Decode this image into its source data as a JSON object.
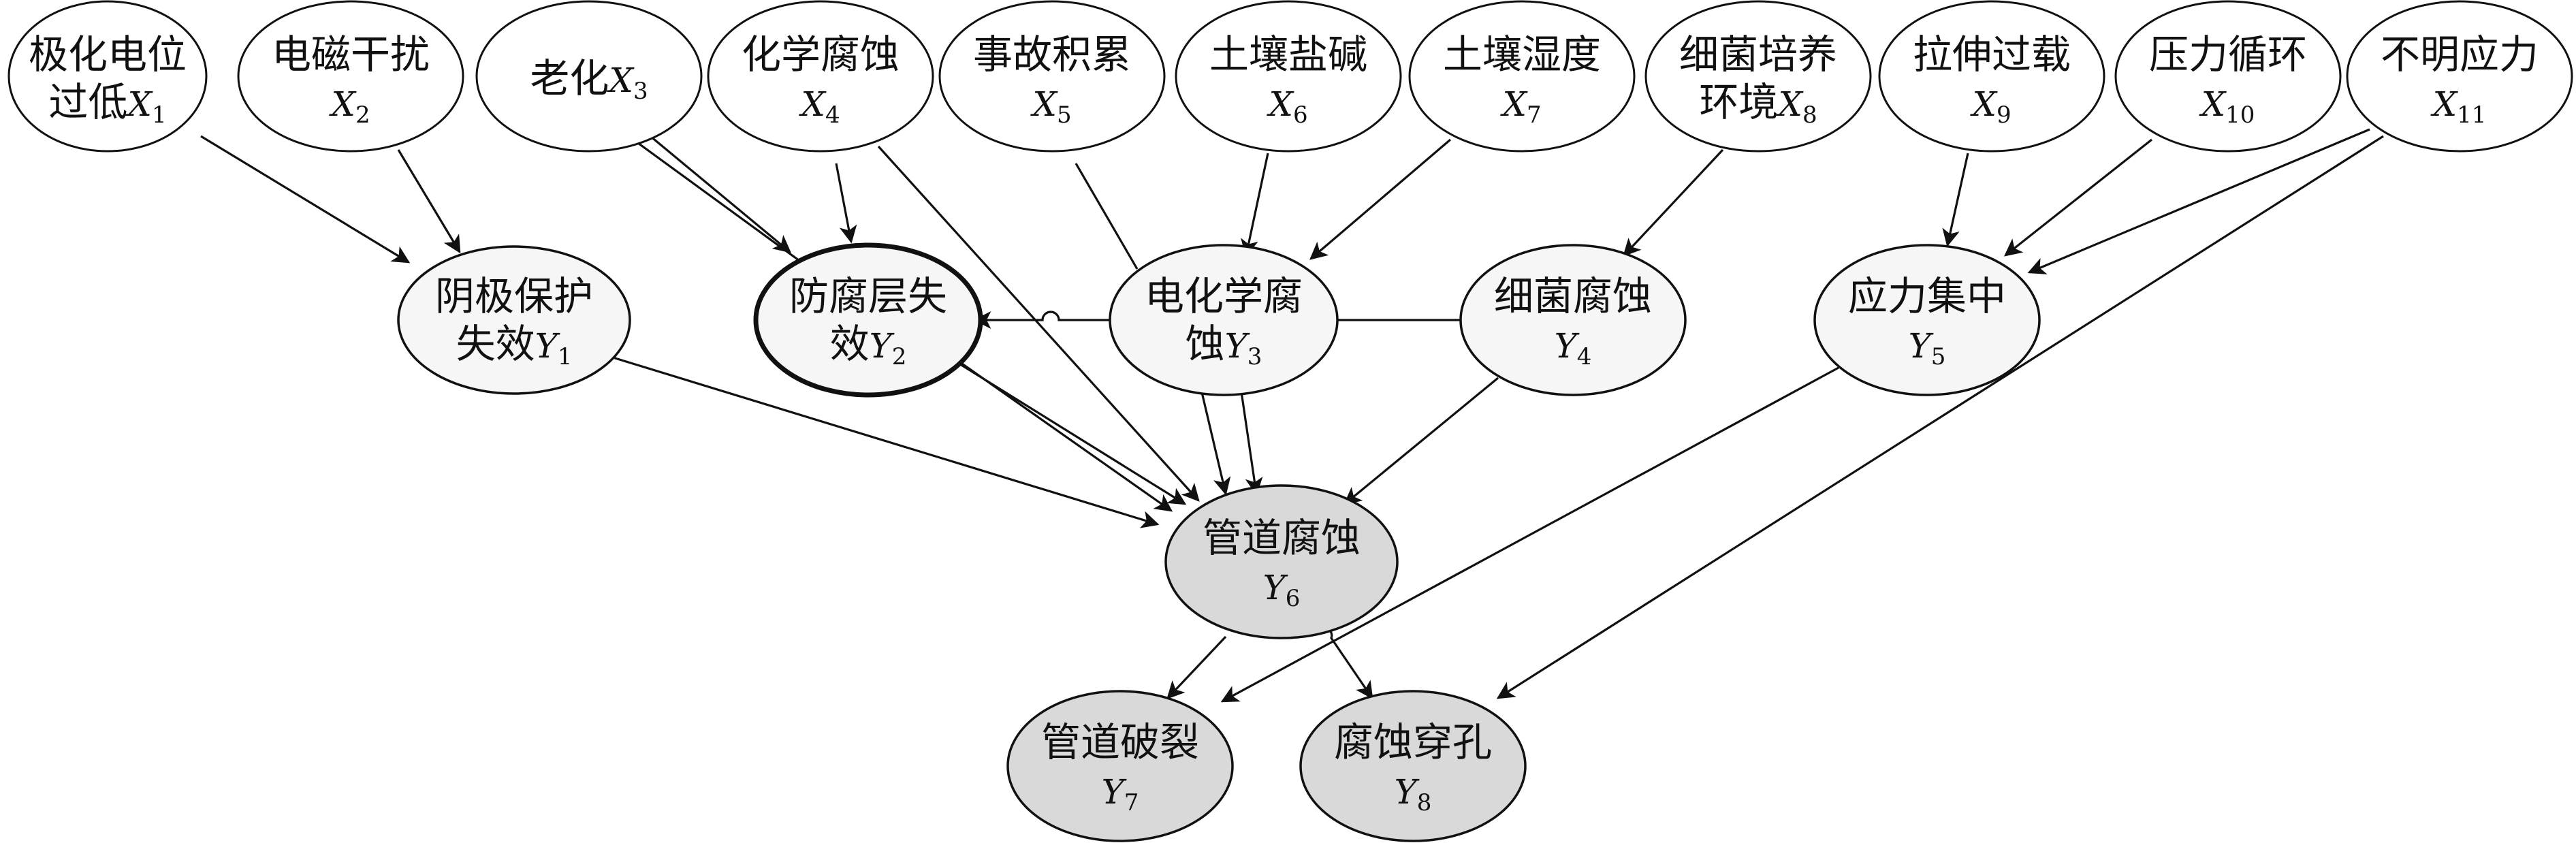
{
  "nodes": {
    "x1": {
      "line1": "极化电位",
      "line2": "过低",
      "sym": "X",
      "idx": "1",
      "fill": "#ffffff"
    },
    "x2": {
      "line1": "电磁干扰",
      "line2": "",
      "sym": "X",
      "idx": "2",
      "fill": "#ffffff"
    },
    "x3": {
      "line1": "老化",
      "line2": "",
      "sym": "X",
      "idx": "3",
      "fill": "#ffffff"
    },
    "x4": {
      "line1": "化学腐蚀",
      "line2": "",
      "sym": "X",
      "idx": "4",
      "fill": "#ffffff"
    },
    "x5": {
      "line1": "事故积累",
      "line2": "",
      "sym": "X",
      "idx": "5",
      "fill": "#ffffff"
    },
    "x6": {
      "line1": "土壤盐碱",
      "line2": "",
      "sym": "X",
      "idx": "6",
      "fill": "#ffffff"
    },
    "x7": {
      "line1": "土壤湿度",
      "line2": "",
      "sym": "X",
      "idx": "7",
      "fill": "#ffffff"
    },
    "x8": {
      "line1": "细菌培养",
      "line2": "环境",
      "sym": "X",
      "idx": "8",
      "fill": "#ffffff"
    },
    "x9": {
      "line1": "拉伸过载",
      "line2": "",
      "sym": "X",
      "idx": "9",
      "fill": "#ffffff"
    },
    "x10": {
      "line1": "压力循环",
      "line2": "",
      "sym": "X",
      "idx": "10",
      "fill": "#ffffff"
    },
    "x11": {
      "line1": "不明应力",
      "line2": "",
      "sym": "X",
      "idx": "11",
      "fill": "#ffffff"
    },
    "y1": {
      "line1": "阴极保护",
      "line2": "失效",
      "sym": "Y",
      "idx": "1",
      "fill": "#f6f6f6"
    },
    "y2": {
      "line1": "防腐层失",
      "line2": "效",
      "sym": "Y",
      "idx": "2",
      "fill": "#f6f6f6"
    },
    "y3": {
      "line1": "电化学腐",
      "line2": "蚀",
      "sym": "Y",
      "idx": "3",
      "fill": "#f6f6f6"
    },
    "y4": {
      "line1": "细菌腐蚀",
      "line2": "",
      "sym": "Y",
      "idx": "4",
      "fill": "#f6f6f6"
    },
    "y5": {
      "line1": "应力集中",
      "line2": "",
      "sym": "Y",
      "idx": "5",
      "fill": "#f6f6f6"
    },
    "y6": {
      "line1": "管道腐蚀",
      "line2": "",
      "sym": "Y",
      "idx": "6",
      "fill": "#d9d9d9"
    },
    "y7": {
      "line1": "管道破裂",
      "line2": "",
      "sym": "Y",
      "idx": "7",
      "fill": "#d9d9d9"
    },
    "y8": {
      "line1": "腐蚀穿孔",
      "line2": "",
      "sym": "Y",
      "idx": "8",
      "fill": "#d9d9d9"
    }
  }
}
